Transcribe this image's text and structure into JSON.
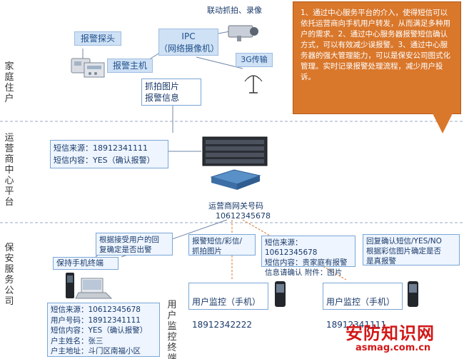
{
  "sidebar": {
    "home": "家庭住户",
    "operator": "运营商中心平台",
    "security": "保安服务公司",
    "user_terminal": "用户监控终端"
  },
  "home": {
    "linked_capture": "联动抓拍、录像",
    "alarm_probe": "报警探头",
    "ipc": "IPC\n（网络摄像机）",
    "alarm_host": "报警主机",
    "g3": "3G传输",
    "capture_alarm": "抓拍图片\n报警信息"
  },
  "callout": {
    "text": "1、通过中心服务平台的介入，使得短信可以依托运营商向手机用户转发，从而满足多种用户的需求。2、通过中心服务器报警短信确认方式，可以有效减少误报警。3、通过中心服务器的强大管理能力，可以是保安公司图式化管理。实时记录报警处理流程，减少用户投诉。"
  },
  "operator": {
    "sms_box": "短信来源：18912341111\n短信内容：YES（确认报警）",
    "gateway_label": "运营商网关号码",
    "gateway_number": "10612345678"
  },
  "security": {
    "reply_note": "根据接受用户的回\n复确定是否出警",
    "keep_terminal": "保持手机终端",
    "info_box": "短信来源：10612345678\n用户号码：18912341111\n短信内容：YES（确认报警）\n户主姓名：张三\n户主地址：斗门区南福小区",
    "alarm_sms_box": "报警短信/彩信/\n抓拍图片",
    "family_sms_box": "短信来源：10612345678\n短信内容：贵家庭有报警\n信息请确认    附件：图片",
    "reply_confirm_box": "回复确认短信/YES/NO\n根据彩信图片确定是否\n是真报警"
  },
  "monitors": [
    {
      "title": "用户监控（手机）",
      "number": "18912342222"
    },
    {
      "title": "用户监控（手机）",
      "number": "18912341111"
    }
  ],
  "brand": {
    "name": "安防知识网",
    "url": "asmag.com.cn"
  },
  "colors": {
    "callout": "#d9772b",
    "box_border": "#7aa6d6",
    "box_fill": "#eef5ff",
    "brand": "#d11717"
  }
}
